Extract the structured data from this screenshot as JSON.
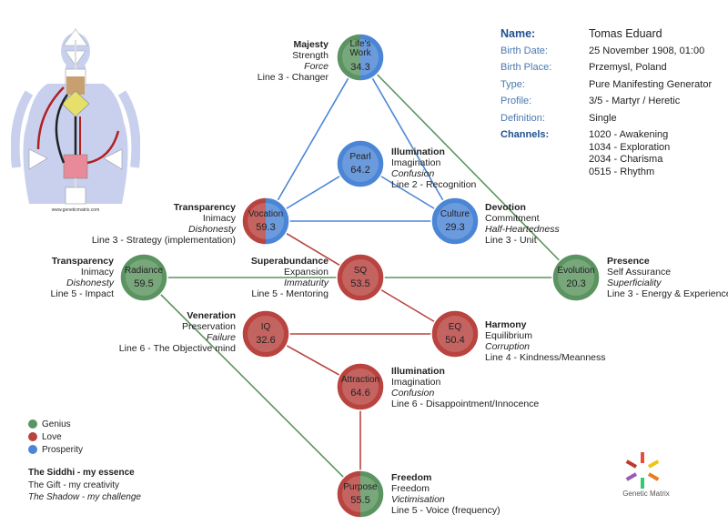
{
  "profile": {
    "name_label": "Name:",
    "name": "Tomas Eduard",
    "birth_date_label": "Birth Date:",
    "birth_date": "25 November 1908, 01:00",
    "birth_place_label": "Birth Place:",
    "birth_place": "Przemysl, Poland",
    "type_label": "Type:",
    "type": "Pure Manifesting Generator",
    "profile_label": "Profile:",
    "profile": "3/5 - Martyr / Heretic",
    "definition_label": "Definition:",
    "definition": "Single",
    "channels_label": "Channels:",
    "channels": [
      "1020 - Awakening",
      "1034 - Exploration",
      "2034 - Charisma",
      "0515 - Rhythm"
    ]
  },
  "legend": {
    "genius": "Genius",
    "love": "Love",
    "prosperity": "Prosperity",
    "essence_title": "The Siddhi - my essence",
    "gift_line": "The Gift - my creativity",
    "shadow_line": "The Shadow - my challenge"
  },
  "colors": {
    "genius": "#5b9460",
    "love": "#b8433f",
    "prosperity": "#4b86d6",
    "line": "#7aa88b"
  },
  "logo_text": "Genetic Matrix",
  "bodygraph_caption": "www.geneticmatrix.com",
  "nodes": [
    {
      "id": "lifes-work",
      "name": [
        "Life's",
        "Work"
      ],
      "value": "34.3",
      "colors": [
        "#5b9460",
        "#4b86d6"
      ],
      "label": {
        "siddhi": "Majesty",
        "gift": "Strength",
        "shadow": "Force",
        "line": "Line 3 - Changer"
      }
    },
    {
      "id": "pearl",
      "name": [
        "Pearl"
      ],
      "value": "64.2",
      "colors": [
        "#4b86d6"
      ],
      "label": {
        "siddhi": "Illumination",
        "gift": "Imagination",
        "shadow": "Confusion",
        "line": "Line 2 - Recognition"
      }
    },
    {
      "id": "vocation",
      "name": [
        "Vocation"
      ],
      "value": "59.3",
      "colors": [
        "#b8433f",
        "#4b86d6"
      ],
      "label": {
        "siddhi": "Transparency",
        "gift": "Inimacy",
        "shadow": "Dishonesty",
        "line": "Line 3 - Strategy (implementation)"
      }
    },
    {
      "id": "culture",
      "name": [
        "Culture"
      ],
      "value": "29.3",
      "colors": [
        "#4b86d6"
      ],
      "label": {
        "siddhi": "Devotion",
        "gift": "Commitment",
        "shadow": "Half-Heartedness",
        "line": "Line 3 - Unit"
      }
    },
    {
      "id": "radiance",
      "name": [
        "Radiance"
      ],
      "value": "59.5",
      "colors": [
        "#5b9460"
      ],
      "label": {
        "siddhi": "Transparency",
        "gift": "Inimacy",
        "shadow": "Dishonesty",
        "line": "Line 5 - Impact"
      }
    },
    {
      "id": "sq",
      "name": [
        "SQ"
      ],
      "value": "53.5",
      "colors": [
        "#b8433f"
      ],
      "label": {
        "siddhi": "Superabundance",
        "gift": "Expansion",
        "shadow": "Immaturity",
        "line": "Line 5 - Mentoring"
      }
    },
    {
      "id": "evolution",
      "name": [
        "Evolution"
      ],
      "value": "20.3",
      "colors": [
        "#5b9460"
      ],
      "label": {
        "siddhi": "Presence",
        "gift": "Self Assurance",
        "shadow": "Superficiality",
        "line": "Line 3 - Energy & Experience"
      }
    },
    {
      "id": "iq",
      "name": [
        "IQ"
      ],
      "value": "32.6",
      "colors": [
        "#b8433f"
      ],
      "label": {
        "siddhi": "Veneration",
        "gift": "Preservation",
        "shadow": "Failure",
        "line": "Line 6 - The Objective mind"
      }
    },
    {
      "id": "eq",
      "name": [
        "EQ"
      ],
      "value": "50.4",
      "colors": [
        "#b8433f"
      ],
      "label": {
        "siddhi": "Harmony",
        "gift": "Equilibrium",
        "shadow": "Corruption",
        "line": "Line 4 - Kindness/Meanness"
      }
    },
    {
      "id": "attraction",
      "name": [
        "Attraction"
      ],
      "value": "64.6",
      "colors": [
        "#b8433f"
      ],
      "label": {
        "siddhi": "Illumination",
        "gift": "Imagination",
        "shadow": "Confusion",
        "line": "Line 6 - Disappointment/Innocence"
      }
    },
    {
      "id": "purpose",
      "name": [
        "Purpose"
      ],
      "value": "55.5",
      "colors": [
        "#b8433f",
        "#5b9460"
      ],
      "label": {
        "siddhi": "Freedom",
        "gift": "Freedom",
        "shadow": "Victimisation",
        "line": "Line 5 - Voice (frequency)"
      }
    }
  ],
  "edges": [
    {
      "from": "lifes-work",
      "to": "vocation",
      "color": "#4b86d6"
    },
    {
      "from": "lifes-work",
      "to": "culture",
      "color": "#4b86d6"
    },
    {
      "from": "lifes-work",
      "to": "evolution",
      "color": "#5b9460"
    },
    {
      "from": "vocation",
      "to": "culture",
      "color": "#4b86d6"
    },
    {
      "from": "vocation",
      "to": "pearl",
      "color": "#4b86d6"
    },
    {
      "from": "pearl",
      "to": "culture",
      "color": "#4b86d6"
    },
    {
      "from": "vocation",
      "to": "sq",
      "color": "#b8433f"
    },
    {
      "from": "radiance",
      "to": "evolution",
      "color": "#5b9460"
    },
    {
      "from": "sq",
      "to": "eq",
      "color": "#b8433f"
    },
    {
      "from": "iq",
      "to": "eq",
      "color": "#b8433f"
    },
    {
      "from": "iq",
      "to": "attraction",
      "color": "#b8433f"
    },
    {
      "from": "attraction",
      "to": "purpose",
      "color": "#b8433f"
    },
    {
      "from": "radiance",
      "to": "purpose",
      "color": "#5b9460"
    }
  ]
}
